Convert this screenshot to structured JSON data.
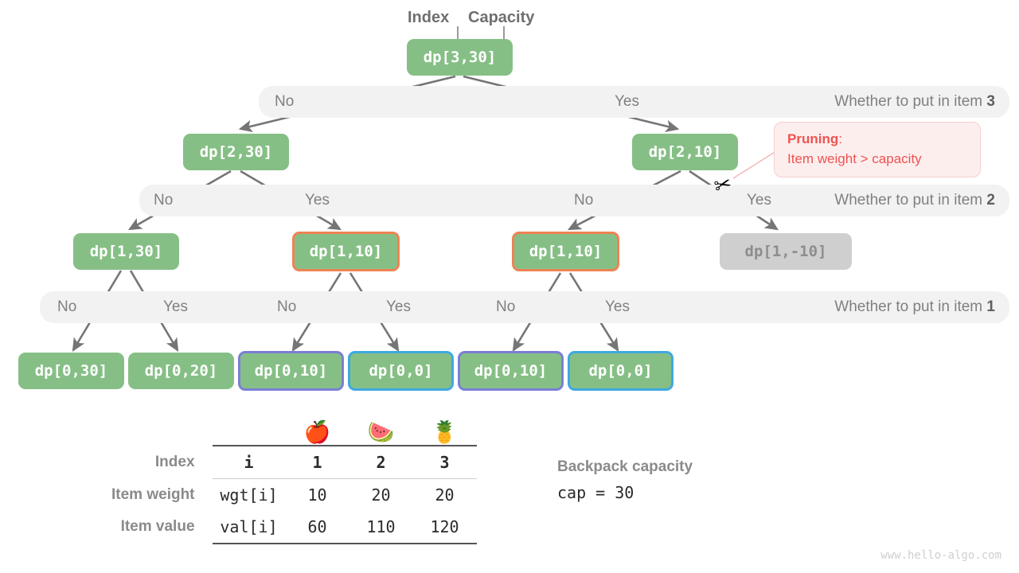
{
  "captions": {
    "index": "Index",
    "capacity": "Capacity"
  },
  "tree": {
    "root": {
      "label": "dp[3,30]"
    },
    "level2": [
      {
        "label": "dp[2,30]"
      },
      {
        "label": "dp[2,10]"
      }
    ],
    "level1": [
      {
        "label": "dp[1,30]"
      },
      {
        "label": "dp[1,10]"
      },
      {
        "label": "dp[1,10]"
      },
      {
        "label": "dp[1,-10]"
      }
    ],
    "level0": [
      {
        "label": "dp[0,30]"
      },
      {
        "label": "dp[0,20]"
      },
      {
        "label": "dp[0,10]"
      },
      {
        "label": "dp[0,0]"
      },
      {
        "label": "dp[0,10]"
      },
      {
        "label": "dp[0,0]"
      }
    ]
  },
  "bands": [
    {
      "question_prefix": "Whether to put in item ",
      "question_item": "3",
      "choices": [
        "No",
        "Yes"
      ]
    },
    {
      "question_prefix": "Whether to put in item ",
      "question_item": "2",
      "choices": [
        "No",
        "Yes",
        "No",
        "Yes"
      ]
    },
    {
      "question_prefix": "Whether to put in item ",
      "question_item": "1",
      "choices": [
        "No",
        "Yes",
        "No",
        "Yes",
        "No",
        "Yes"
      ]
    }
  ],
  "pruning": {
    "title": "Pruning",
    "colon": ":",
    "detail": "Item weight > capacity",
    "icon": "scissors-icon",
    "glyph": "✂"
  },
  "table": {
    "emoji_header": [
      "🍎",
      "🍉",
      "🍍"
    ],
    "rows": [
      {
        "label": "Index",
        "key": "i",
        "values": [
          "1",
          "2",
          "3"
        ],
        "bold": true
      },
      {
        "label": "Item weight",
        "key": "wgt[i]",
        "values": [
          "10",
          "20",
          "20"
        ],
        "bold": false
      },
      {
        "label": "Item value",
        "key": "val[i]",
        "values": [
          "60",
          "110",
          "120"
        ],
        "bold": false
      }
    ]
  },
  "capacity_note": {
    "title": "Backpack capacity",
    "value": "cap = 30"
  },
  "watermark": "www.hello-algo.com",
  "colors": {
    "node_green": "#86bf86",
    "node_grey": "#cfcfcf",
    "border_orange": "#ef8354",
    "border_purple": "#7b7fd4",
    "border_blue": "#3fa9e0",
    "band_bg": "#f2f2f2",
    "edge": "#757575",
    "prune_red": "#ef5350"
  }
}
